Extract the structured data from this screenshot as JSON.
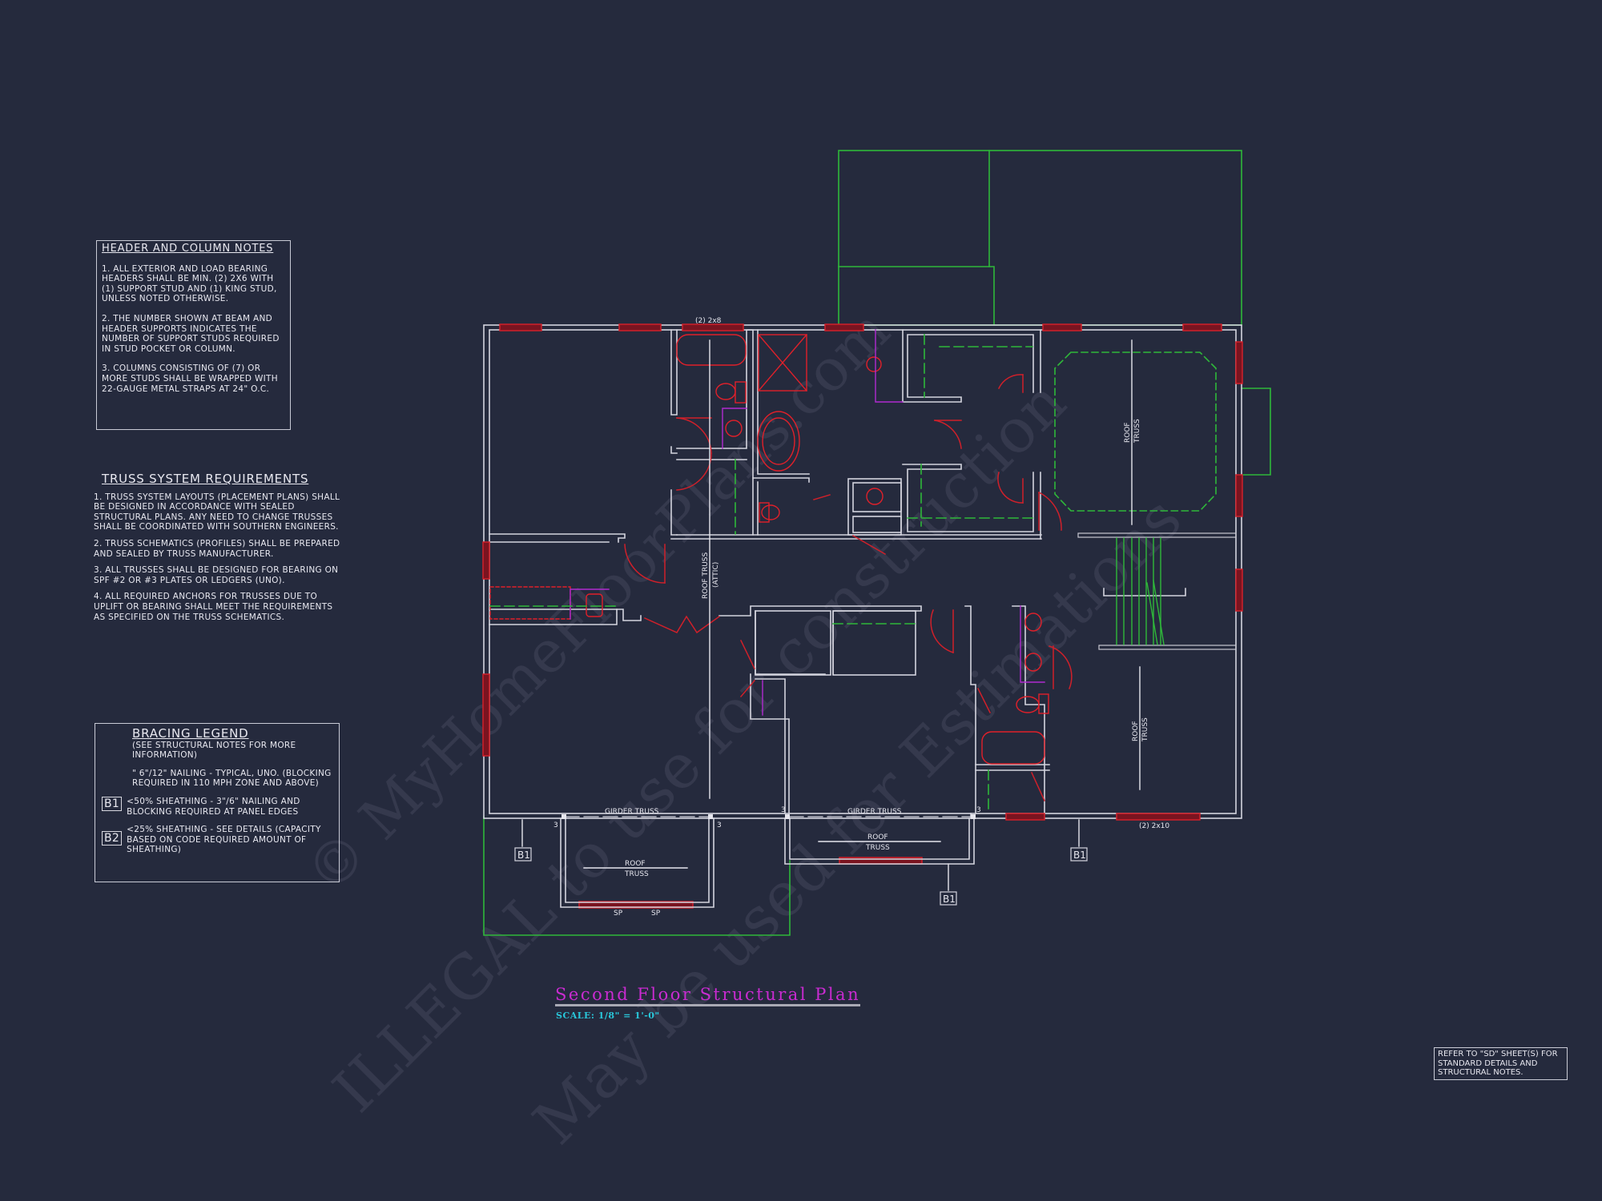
{
  "header_column_notes": {
    "title": "HEADER AND COLUMN NOTES",
    "items": [
      "1. ALL EXTERIOR AND LOAD BEARING HEADERS SHALL BE MIN. (2) 2x6 WITH (1) SUPPORT STUD AND (1) KING STUD, UNLESS NOTED OTHERWISE.",
      "2. THE NUMBER SHOWN AT BEAM AND HEADER SUPPORTS INDICATES THE NUMBER OF SUPPORT STUDS REQUIRED IN STUD POCKET OR COLUMN.",
      "3. COLUMNS CONSISTING OF (7) OR MORE STUDS SHALL BE WRAPPED WITH 22-GAUGE METAL STRAPS AT 24\" O.C."
    ]
  },
  "truss_requirements": {
    "title": "TRUSS SYSTEM REQUIREMENTS",
    "items": [
      "1. TRUSS SYSTEM LAYOUTS (PLACEMENT PLANS) SHALL BE DESIGNED IN ACCORDANCE WITH SEALED STRUCTURAL PLANS. ANY NEED TO CHANGE TRUSSES SHALL BE COORDINATED WITH SOUTHERN ENGINEERS.",
      "2. TRUSS SCHEMATICS (PROFILES) SHALL BE PREPARED AND SEALED BY TRUSS MANUFACTURER.",
      "3. ALL TRUSSES SHALL BE DESIGNED FOR BEARING ON SPF #2 OR #3 PLATES OR LEDGERS (UNO).",
      "4. ALL REQUIRED ANCHORS FOR TRUSSES DUE TO UPLIFT OR BEARING SHALL MEET THE REQUIREMENTS AS SPECIFIED ON THE TRUSS SCHEMATICS."
    ]
  },
  "bracing_legend": {
    "title": "BRACING LEGEND",
    "subtitle": "(SEE STRUCTURAL NOTES FOR MORE INFORMATION)",
    "typical": "\" 6\"/12\" NAILING - TYPICAL, UNO. (BLOCKING REQUIRED IN 110 MPH ZONE AND ABOVE)",
    "entries": [
      {
        "tag": "B1",
        "text": "<50% SHEATHING - 3\"/6\" NAILING AND BLOCKING REQUIRED AT PANEL EDGES"
      },
      {
        "tag": "B2",
        "text": "<25% SHEATHING - SEE DETAILS (CAPACITY BASED ON CODE REQUIRED AMOUNT OF SHEATHING)"
      }
    ]
  },
  "plan": {
    "title": "Second Floor Structural Plan",
    "scale": "SCALE: 1/8\" = 1'-0\"",
    "labels": {
      "header_top": "(2) 2x8",
      "header_bottom": "(2) 2x10",
      "roof_truss_attic_1": "ROOF TRUSS",
      "roof_truss_attic_2": "(ATTIC)",
      "roof": "ROOF",
      "truss": "TRUSS",
      "girder_truss": "GIRDER TRUSS",
      "stud_count": "3",
      "sp": "SP",
      "bracing_tag": "B1"
    },
    "colors": {
      "wall": "#d4d4de",
      "window": "#d0202a",
      "fixture": "#e0202a",
      "outline": "#2fb83a",
      "cabinet": "#b02ad0",
      "title": "#c92bd1",
      "scale": "#29c6d9",
      "background": "#252a3d"
    }
  },
  "reference_note": "REFER TO \"SD\" SHEET(S) FOR STANDARD DETAILS AND STRUCTURAL NOTES.",
  "watermarks": [
    "© MyHomeFloorPlans.com",
    "ILLEGAL to use for construction",
    "May be used for Estimations"
  ]
}
